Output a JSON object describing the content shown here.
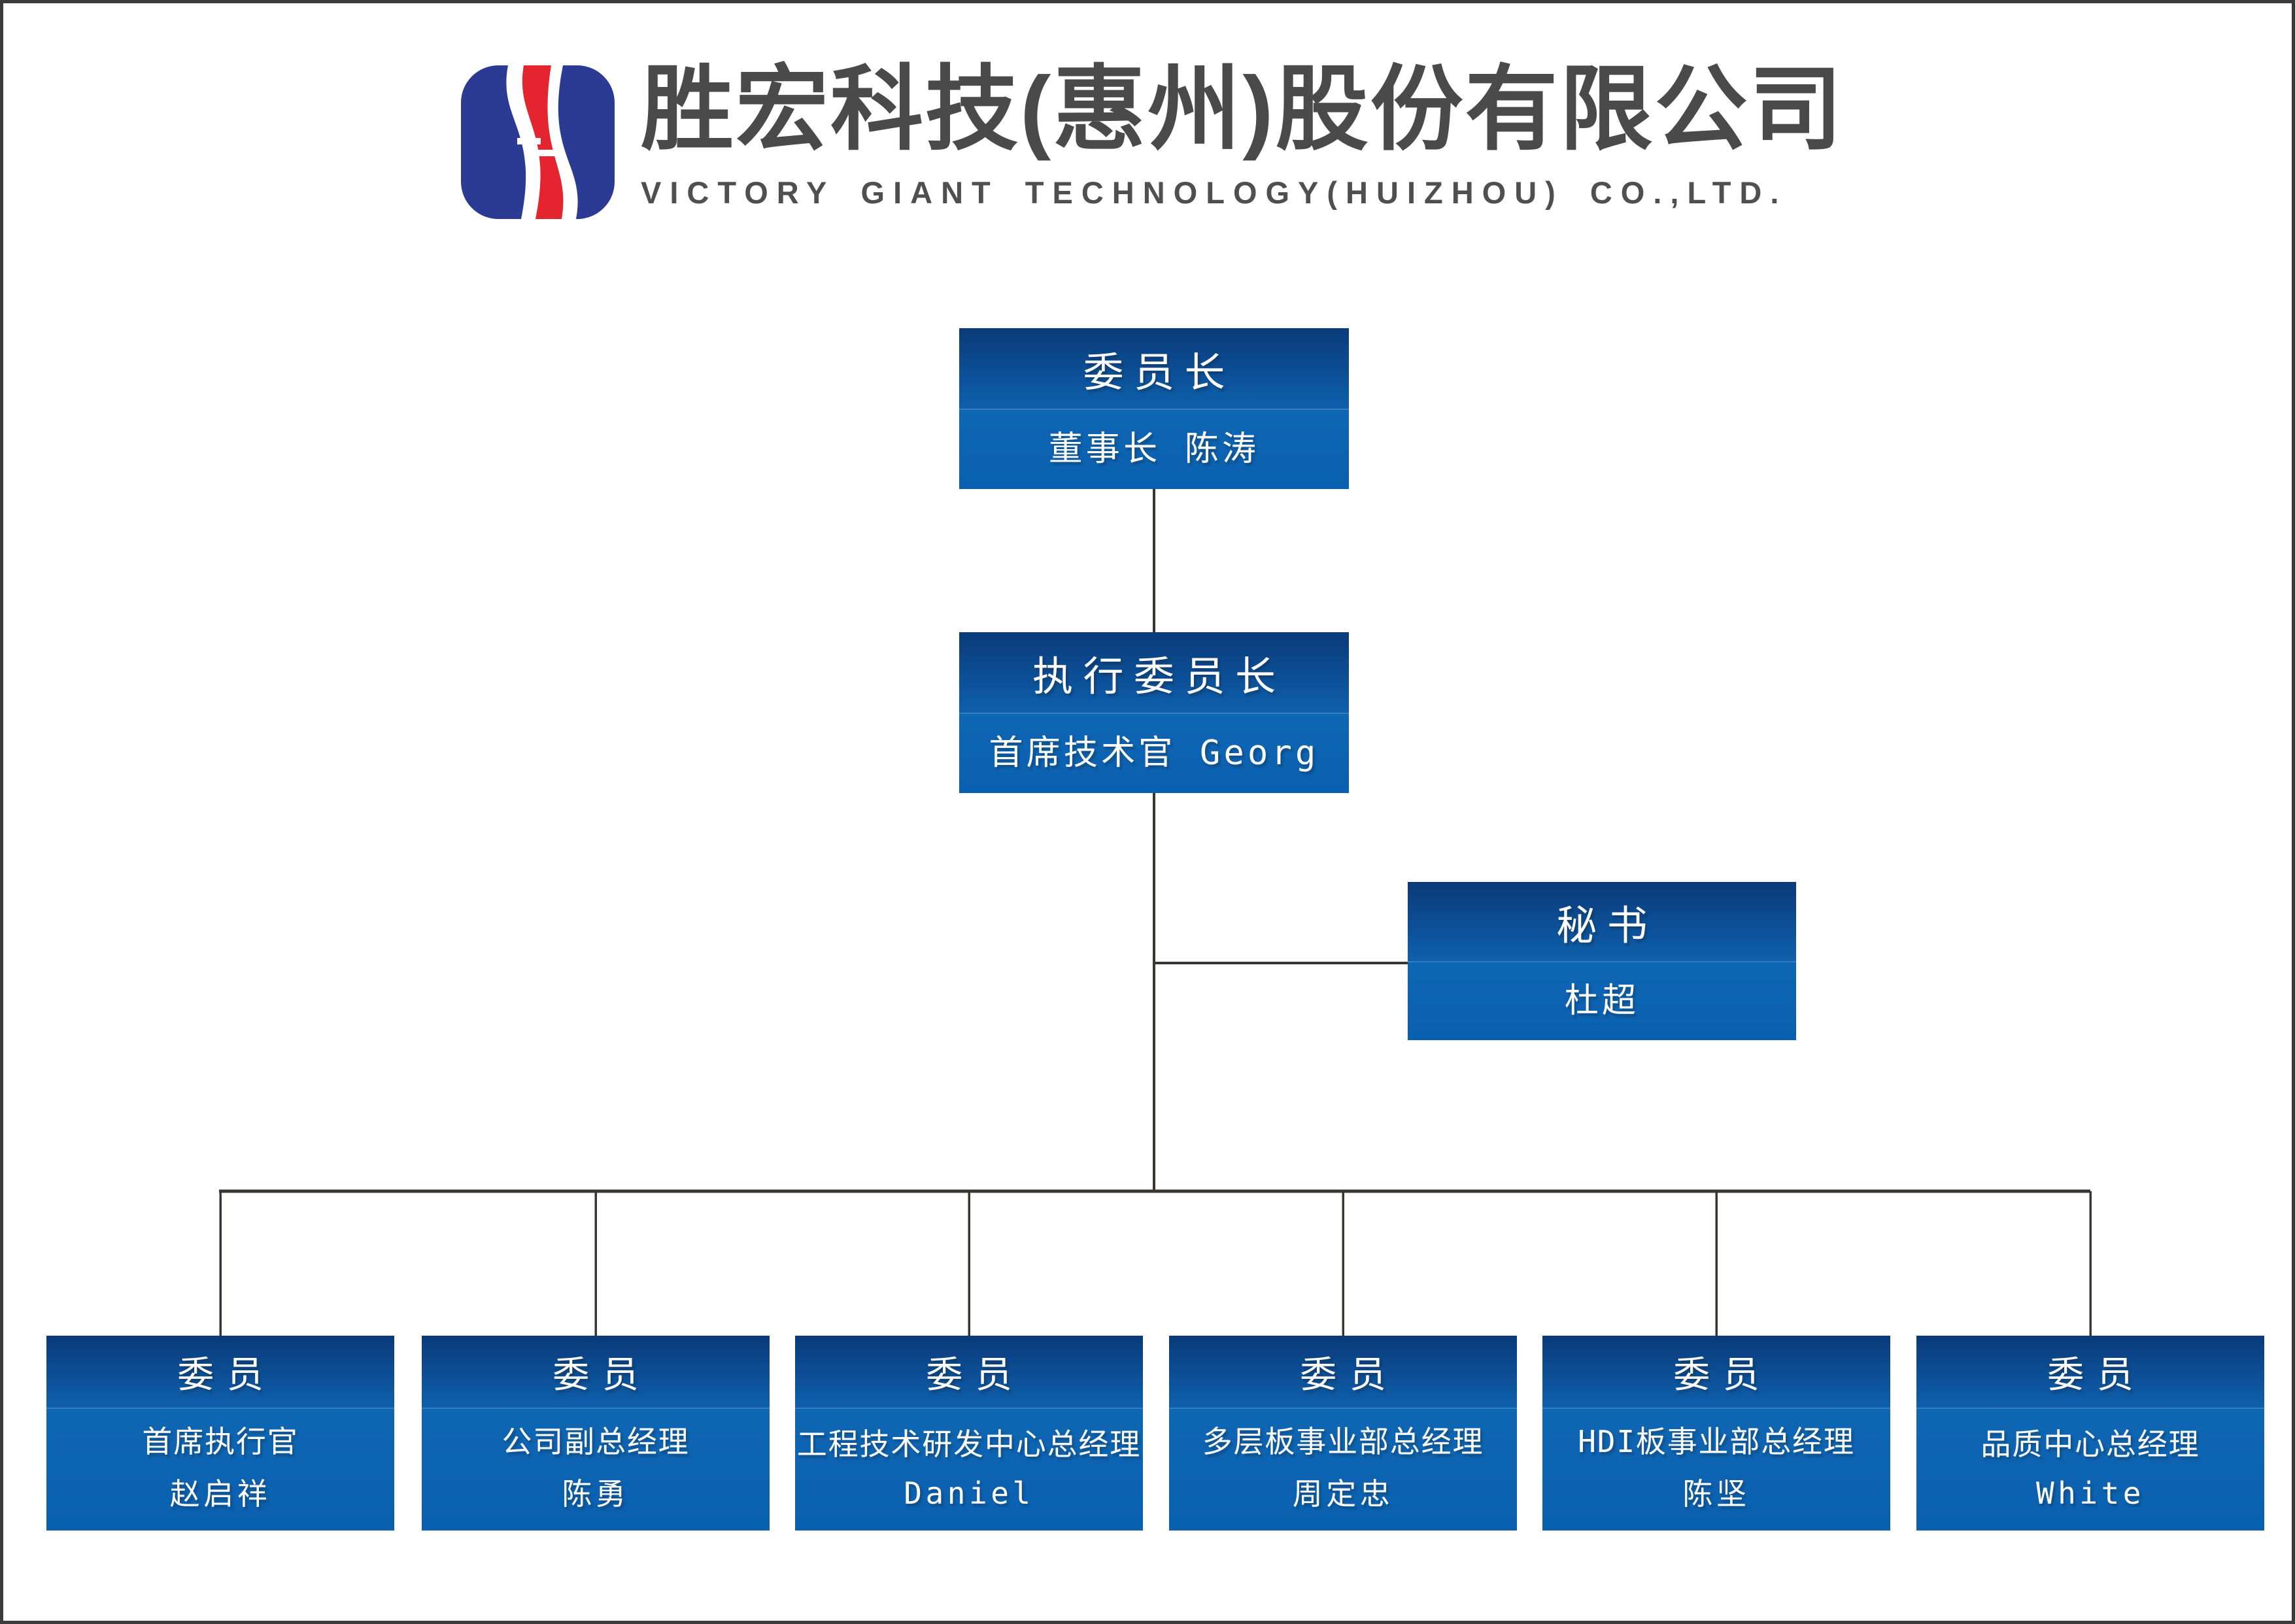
{
  "header": {
    "company_name_cn": "胜宏科技(惠州)股份有限公司",
    "company_name_en": "VICTORY GIANT TECHNOLOGY(HUIZHOU) CO.,LTD.",
    "logo_colors": {
      "blue": "#2b3a92",
      "red": "#e42530"
    },
    "text_color": "#4a4a4a"
  },
  "org_chart": {
    "box_colors": {
      "top": "#0a3a79",
      "mid": "#0e60ad",
      "body": "#0b63b4"
    },
    "line_color": "#3a3632",
    "nodes": [
      {
        "id": "chairman",
        "role": "委员长",
        "person": "董事长 陈涛"
      },
      {
        "id": "executive-chairman",
        "role": "执行委员长",
        "person": "首席技术官 Georg"
      },
      {
        "id": "secretary",
        "role": "秘书",
        "person": "杜超"
      },
      {
        "id": "member-1",
        "role": "委员",
        "position": "首席执行官",
        "person": "赵启祥"
      },
      {
        "id": "member-2",
        "role": "委员",
        "position": "公司副总经理",
        "person": "陈勇"
      },
      {
        "id": "member-3",
        "role": "委员",
        "position": "工程技术研发中心总经理",
        "person": "Daniel"
      },
      {
        "id": "member-4",
        "role": "委员",
        "position": "多层板事业部总经理",
        "person": "周定忠"
      },
      {
        "id": "member-5",
        "role": "委员",
        "position": "HDI板事业部总经理",
        "person": "陈坚"
      },
      {
        "id": "member-6",
        "role": "委员",
        "position": "品质中心总经理",
        "person": "White"
      }
    ]
  }
}
